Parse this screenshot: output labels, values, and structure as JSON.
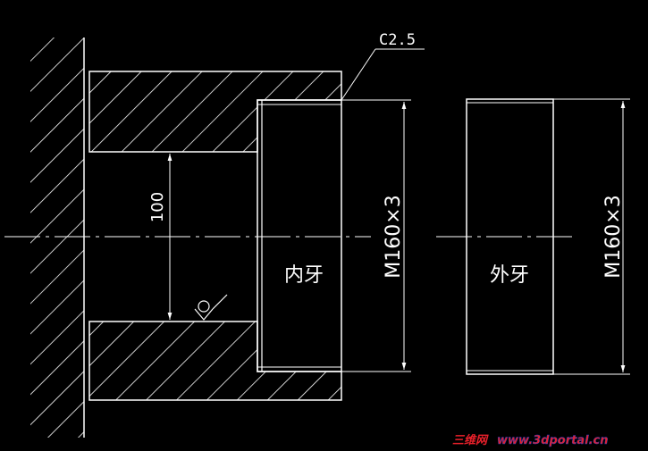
{
  "annotations": {
    "chamfer": "C2.5",
    "bore_diameter": "100",
    "inner_thread_size": "M160×3",
    "outer_thread_size": "M160×3"
  },
  "labels": {
    "inner_thread": "内牙",
    "outer_thread": "外牙"
  },
  "watermark": {
    "brand": "三维网",
    "url": "www.3dportal.cn"
  },
  "colors": {
    "background": "#000000",
    "line": "#ffffff",
    "watermark_red": "#e8202a",
    "watermark_blue": "#1a3fd0"
  },
  "icons": {
    "surface_finish": "surface-finish-icon"
  }
}
